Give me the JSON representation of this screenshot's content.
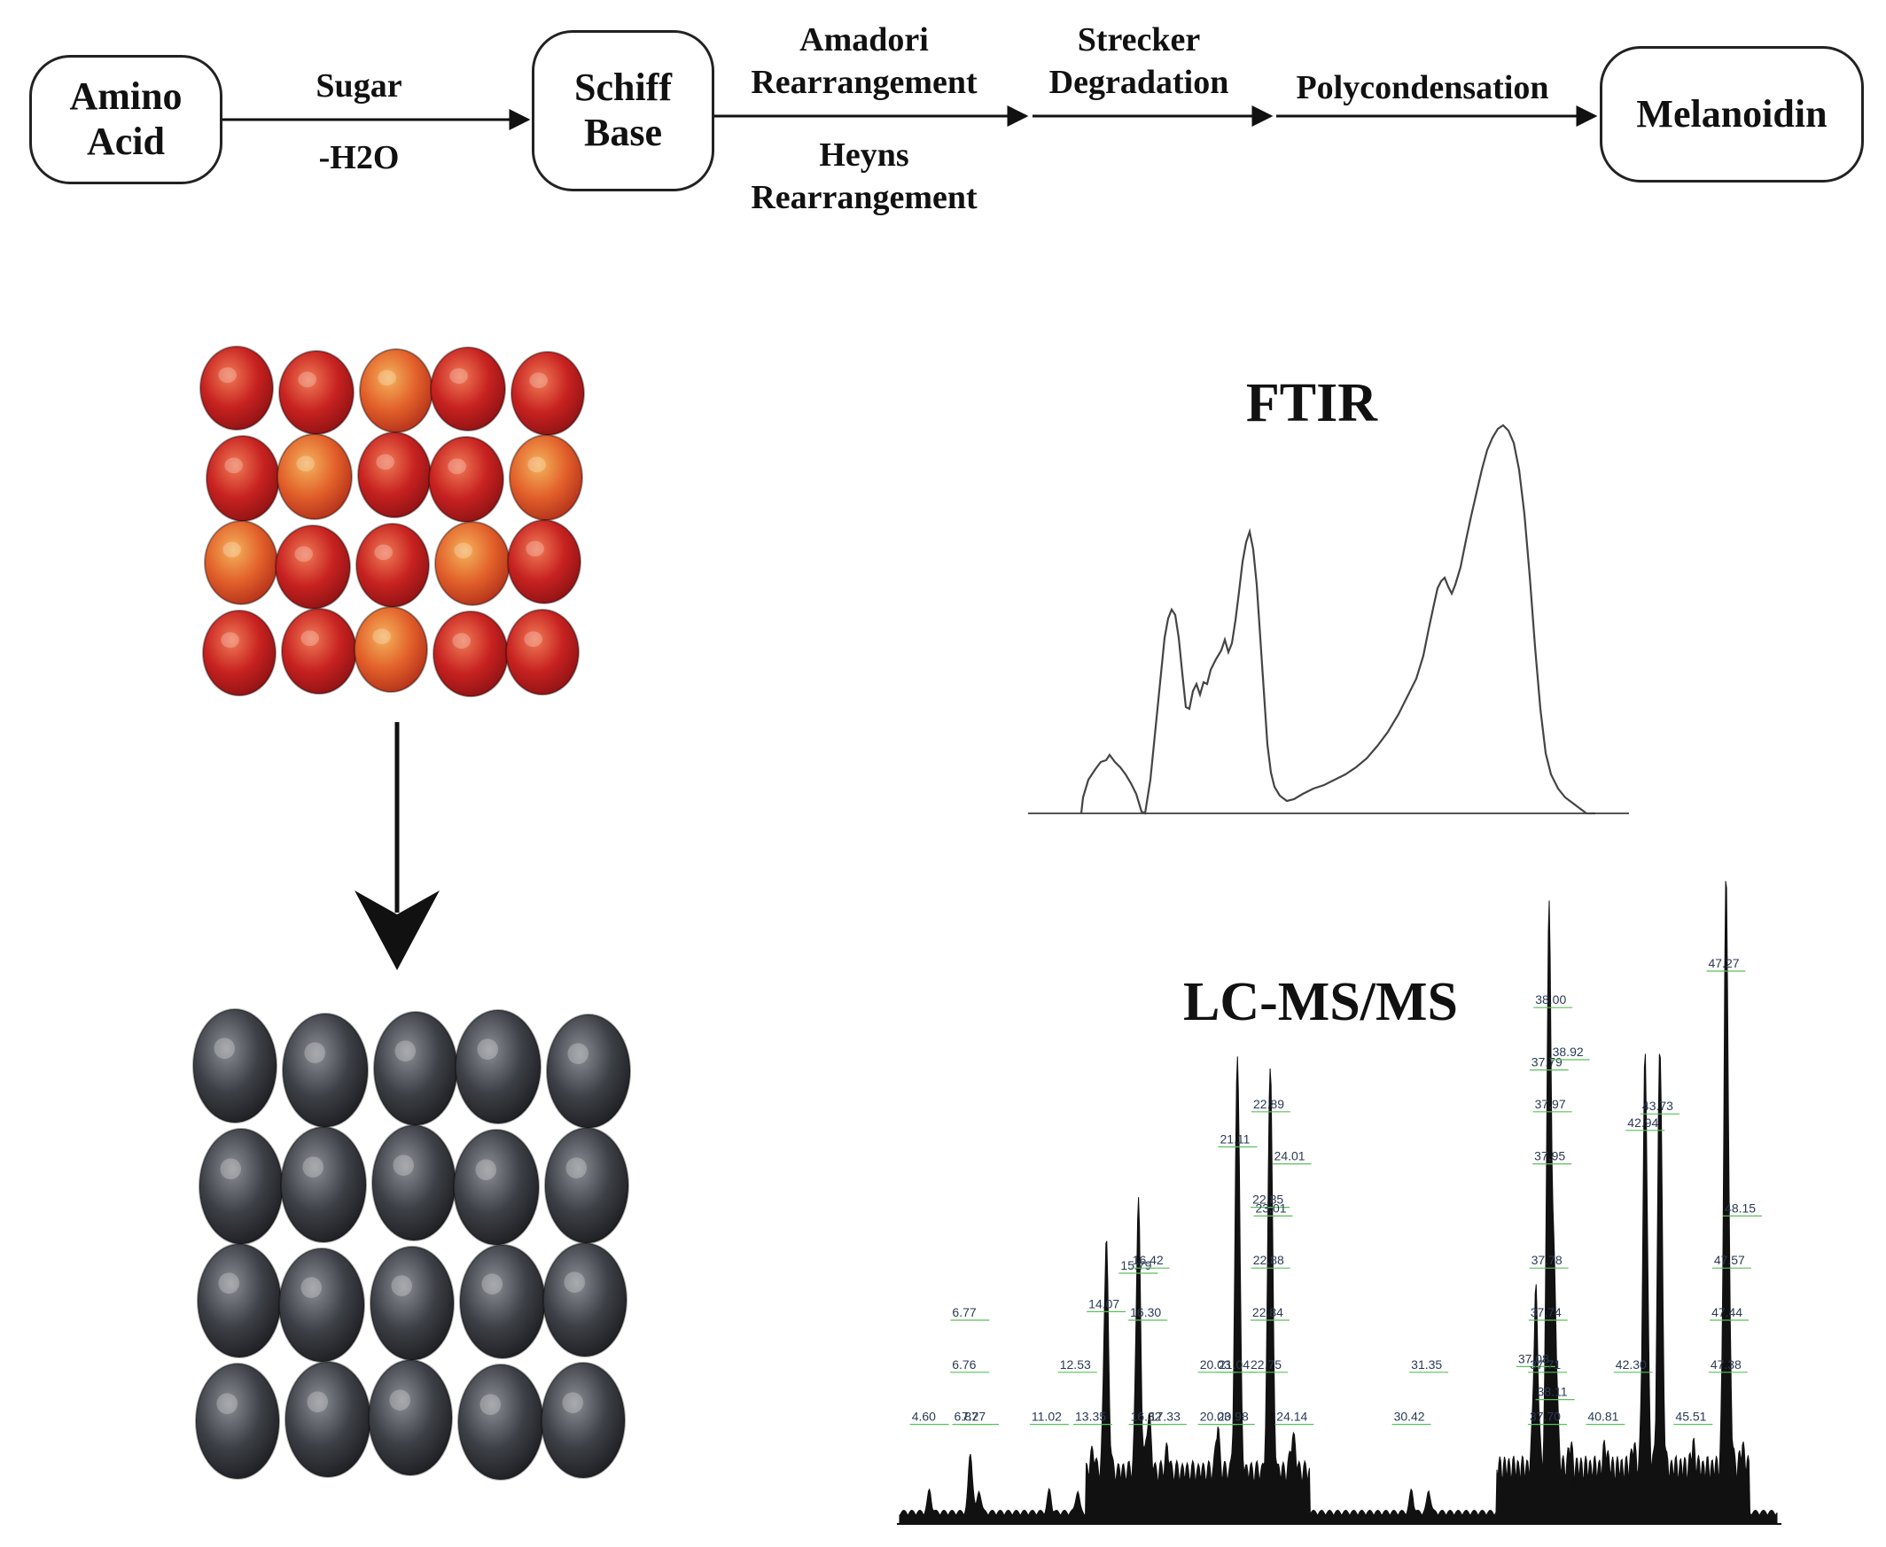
{
  "flow": {
    "nodes": {
      "amino": [
        "Amino",
        "Acid"
      ],
      "schiff": [
        "Schiff",
        "Base"
      ],
      "melanoidin": "Melanoidin"
    },
    "edges": {
      "sugar_top": "Sugar",
      "sugar_bottom": "-H2O",
      "amadori": [
        "Amadori",
        "Rearrangement"
      ],
      "heyns": [
        "Heyns",
        "Rearrangement"
      ],
      "strecker": [
        "Strecker",
        "Degradation"
      ],
      "poly": "Polycondensation"
    }
  },
  "spectra": {
    "ftir_title": "FTIR",
    "lcms_title": "LC-MS/MS"
  },
  "images": {
    "fresh": "fresh-red-jujubes-photo",
    "processed": "black-jujubes-photo"
  },
  "colors": {
    "red_fruit": "#c0201d",
    "black_fruit": "#3c3f45",
    "peak_fill": "#111111",
    "peak_label": "#2b3a55",
    "peak_leader": "#5bbf5b"
  },
  "lcms_peaks": [
    {
      "label": "6.87",
      "t": 6.87
    },
    {
      "label": "4.60",
      "t": 4.6
    },
    {
      "label": "6.76",
      "t": 6.76
    },
    {
      "label": "6.77",
      "t": 6.77
    },
    {
      "label": "7.27",
      "t": 7.27
    },
    {
      "label": "11.02",
      "t": 11.02
    },
    {
      "label": "12.53",
      "t": 12.53
    },
    {
      "label": "13.35",
      "t": 13.35
    },
    {
      "label": "14.07",
      "t": 14.07
    },
    {
      "label": "16.32",
      "t": 16.32
    },
    {
      "label": "15.79",
      "t": 15.79
    },
    {
      "label": "16.30",
      "t": 16.3
    },
    {
      "label": "16.42",
      "t": 16.42
    },
    {
      "label": "17.33",
      "t": 17.33
    },
    {
      "label": "20.03",
      "t": 20.03
    },
    {
      "label": "20.03",
      "t": 20.03
    },
    {
      "label": "20.98",
      "t": 20.98
    },
    {
      "label": "21.04",
      "t": 21.04
    },
    {
      "label": "21.11",
      "t": 21.11
    },
    {
      "label": "22.85",
      "t": 22.85
    },
    {
      "label": "22.75",
      "t": 22.75
    },
    {
      "label": "22.84",
      "t": 22.84
    },
    {
      "label": "22.88",
      "t": 22.88
    },
    {
      "label": "23.01",
      "t": 23.01
    },
    {
      "label": "24.01",
      "t": 24.01
    },
    {
      "label": "24.14",
      "t": 24.14
    },
    {
      "label": "30.42",
      "t": 30.42
    },
    {
      "label": "31.35",
      "t": 31.35
    },
    {
      "label": "37.70",
      "t": 37.7
    },
    {
      "label": "37.08",
      "t": 37.08
    },
    {
      "label": "37.71",
      "t": 37.71
    },
    {
      "label": "37.74",
      "t": 37.74
    },
    {
      "label": "37.78",
      "t": 37.78
    },
    {
      "label": "37.79",
      "t": 37.79
    },
    {
      "label": "22.89",
      "t": 22.89
    },
    {
      "label": "37.95",
      "t": 37.95
    },
    {
      "label": "37.97",
      "t": 37.97
    },
    {
      "label": "38.92",
      "t": 38.92
    },
    {
      "label": "38.00",
      "t": 38.0
    },
    {
      "label": "38.11",
      "t": 38.11
    },
    {
      "label": "42.94",
      "t": 42.94
    },
    {
      "label": "43.73",
      "t": 43.73
    },
    {
      "label": "40.81",
      "t": 40.81
    },
    {
      "label": "45.51",
      "t": 45.51
    },
    {
      "label": "47.27",
      "t": 47.27
    },
    {
      "label": "42.30",
      "t": 42.3
    },
    {
      "label": "47.38",
      "t": 47.38
    },
    {
      "label": "47.44",
      "t": 47.44
    },
    {
      "label": "47.57",
      "t": 47.57
    },
    {
      "label": "48.15",
      "t": 48.15
    }
  ]
}
